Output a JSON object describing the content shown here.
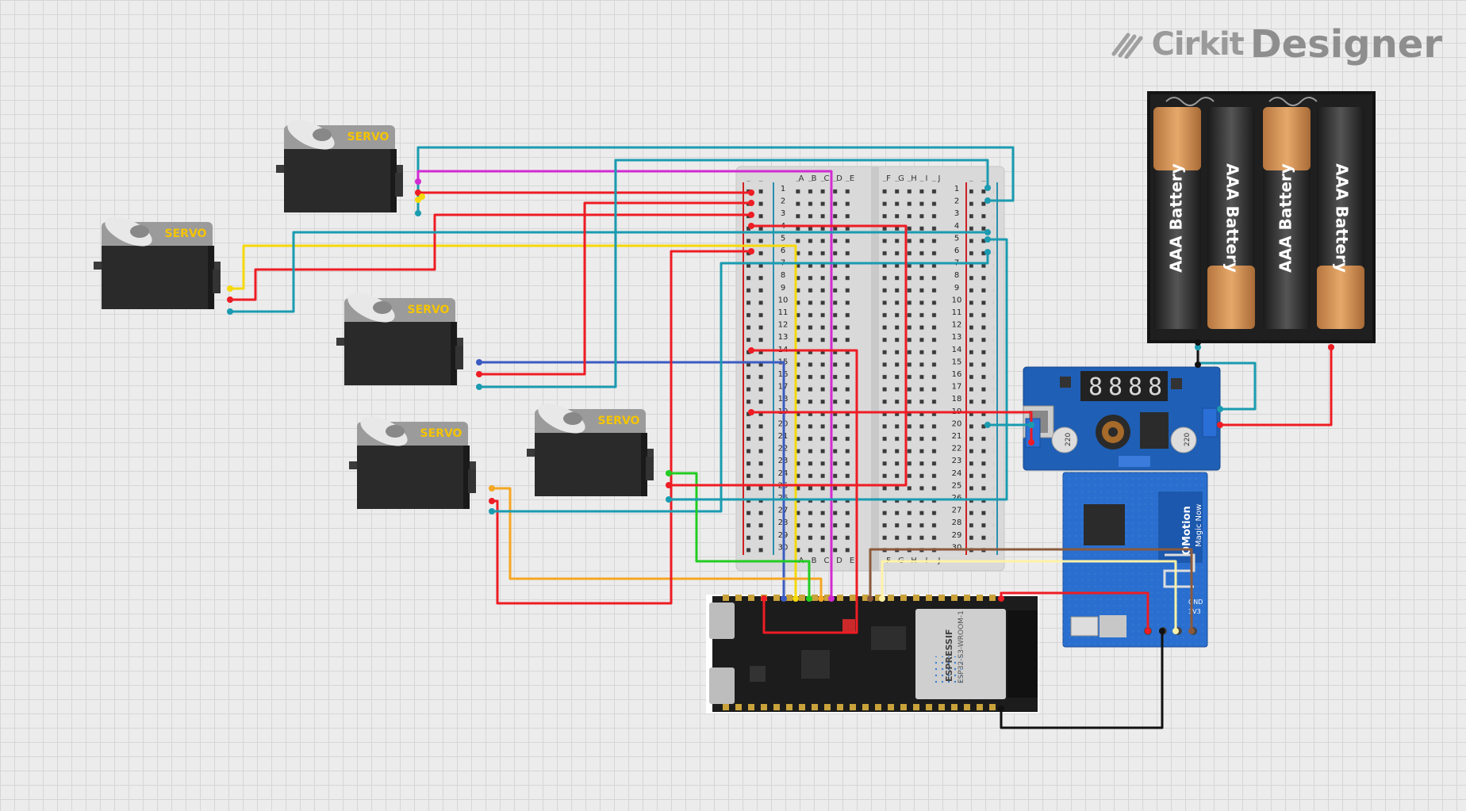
{
  "brand": {
    "part1": "Cirkit",
    "part2": "Designer",
    "icon": "cirkit-logo-icon"
  },
  "servo_label": "SERVO",
  "battery_label": "AAA Battery",
  "breadboard": {
    "columns_left": [
      "A",
      "B",
      "C",
      "D",
      "E"
    ],
    "columns_right": [
      "F",
      "G",
      "H",
      "I",
      "J"
    ],
    "rows": 30
  },
  "converter": {
    "display": "8888",
    "cap_text": "220"
  },
  "esp32": {
    "chip_text": "ESPRESSIF",
    "chip_model": "ESP32-S3-WROOM-1"
  },
  "receiver": {
    "brand": "OMotion",
    "tagline": "Magic Now",
    "pins": [
      "GND",
      "3V3"
    ]
  },
  "colors": {
    "red": "#ee1c24",
    "black": "#111111",
    "yellow": "#f5d90a",
    "cyan": "#1a9bb0",
    "magenta": "#d22ad2",
    "blue": "#3b5bc2",
    "green": "#22cc22",
    "orange": "#f5a623",
    "brown": "#8b5a3c",
    "cream": "#fff2a8"
  }
}
